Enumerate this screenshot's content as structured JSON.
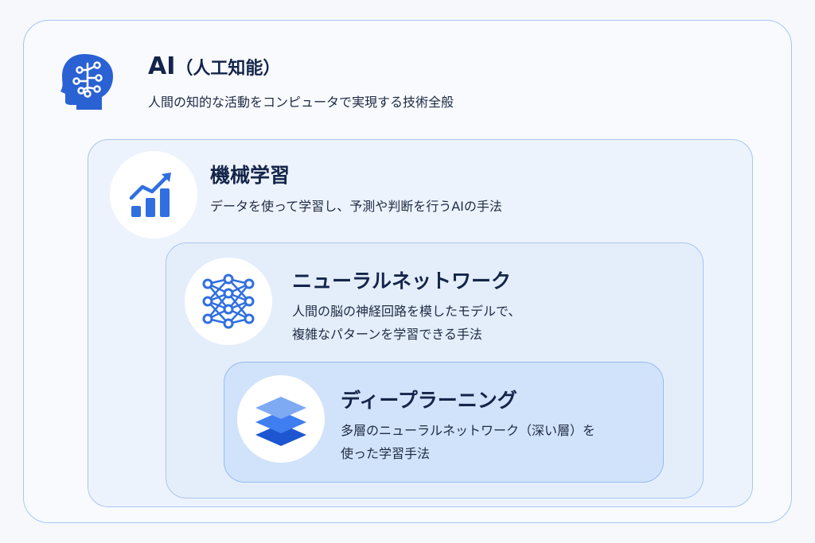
{
  "ai": {
    "title": "AI",
    "title_sub": "（人工知能）",
    "description": "人間の知的な活動をコンピュータで実現する技術全般",
    "icon": "brain-head-icon"
  },
  "machine_learning": {
    "title": "機械学習",
    "description": "データを使って学習し、予測や判断を行うAIの手法",
    "icon": "growth-chart-icon"
  },
  "neural_network": {
    "title": "ニューラルネットワーク",
    "description_lines": [
      "人間の脳の神経回路を模したモデルで、",
      "複雑なパターンを学習できる手法"
    ],
    "icon": "network-icon"
  },
  "deep_learning": {
    "title": "ディープラーニング",
    "description_lines": [
      "多層のニューラルネットワーク（深い層）を",
      "使った学習手法"
    ],
    "icon": "layers-icon"
  },
  "colors": {
    "accent": "#2f6fe0",
    "title_text": "#14254a",
    "border": "#a9c6f0"
  }
}
